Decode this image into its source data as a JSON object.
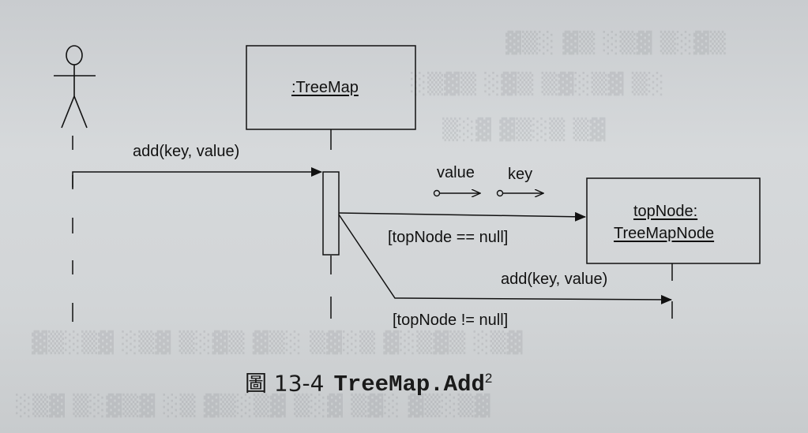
{
  "diagram": {
    "object_treemap": ":TreeMap",
    "object_topnode_line1": "topNode:",
    "object_topnode_line2": "TreeMapNode",
    "msg_add_actor": "add(key, value)",
    "param_value": "value",
    "param_key": "key",
    "guard_null": "[topNode == null]",
    "msg_add_node": "add(key, value)",
    "guard_not_null": "[topNode != null]"
  },
  "caption": {
    "prefix": "圖 13-4",
    "code": "TreeMap.Add",
    "sup": "2"
  },
  "colors": {
    "ink": "#111111",
    "paper": "#d2d5d7"
  }
}
